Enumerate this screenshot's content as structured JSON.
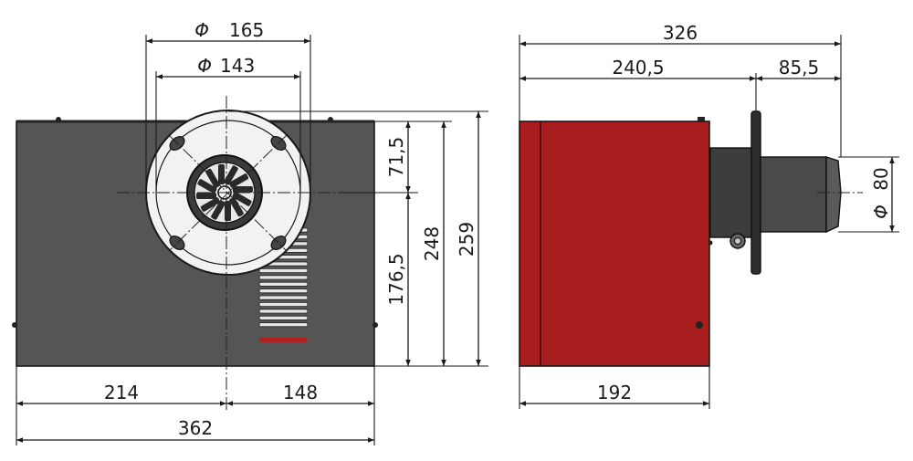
{
  "colors": {
    "housing_front": "#555555",
    "housing_side": "#a81e1e",
    "blast_tube": "#4a4a4a",
    "fan_face": "#f2f2f2",
    "line": "#1a1a1a"
  },
  "front_view": {
    "dims": {
      "d165": {
        "symbol": "Φ",
        "value": "165"
      },
      "d143": {
        "symbol": "Φ",
        "value": "143"
      },
      "h71_5": "71,5",
      "h176_5": "176,5",
      "h248": "248",
      "h259": "259",
      "w214": "214",
      "w148": "148",
      "w362": "362"
    }
  },
  "side_view": {
    "dims": {
      "w326": "326",
      "w240_5": "240,5",
      "w85_5": "85,5",
      "d80": {
        "symbol": "Φ",
        "value": "80"
      },
      "w192": "192"
    }
  }
}
